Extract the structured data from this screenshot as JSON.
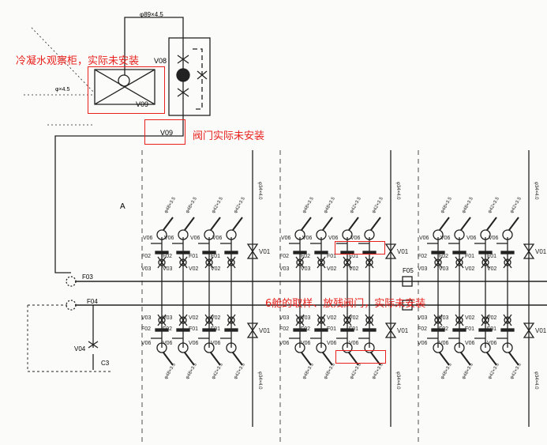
{
  "annotations": {
    "condensate_cabinet": "冷凝水观察柜，实际未安装",
    "valve_not_installed": "阀门实际未安装",
    "cabin6_valves": "6舱的取样、放残阀门，实际未安装"
  },
  "labels": {
    "pipe_top": "φ89×4.5",
    "v08": "V08",
    "v09_a": "V09",
    "v09_b": "V09",
    "a_marker": "A",
    "f05": "F05",
    "f03": "F03",
    "f04": "F04",
    "v04": "V04",
    "c3": "C3",
    "pipe_left": "φ×4.5",
    "riser_top": "φ34×4.0",
    "riser_bottom": "φ34×4.0"
  },
  "groups": [
    {
      "name": "group-1",
      "branches": [
        {
          "upper": [
            "V06",
            "F02",
            "V03"
          ],
          "size": "φ48×3.5",
          "lower": [
            "V03",
            "F02",
            "V06"
          ]
        },
        {
          "upper": [
            "V06",
            "F02",
            "V03"
          ],
          "size": "φ48×3.5",
          "lower": [
            "V03",
            "F02",
            "V06"
          ]
        },
        {
          "upper": [
            "V06",
            "F01",
            "V02"
          ],
          "size": "φ42×3.5",
          "lower": [
            "V02",
            "F01",
            "V06"
          ]
        },
        {
          "upper": [
            "V06",
            "F01",
            "V02"
          ],
          "size": "φ42×3.5",
          "lower": [
            "V02",
            "F01",
            "V06"
          ]
        }
      ],
      "main_valve": "V01"
    },
    {
      "name": "group-2",
      "branches": [
        {
          "upper": [
            "V06",
            "F02",
            "V03"
          ],
          "size": "φ48×3.5",
          "lower": [
            "V03",
            "F02",
            "V06"
          ]
        },
        {
          "upper": [
            "V06",
            "F02",
            "V03"
          ],
          "size": "φ48×3.5",
          "lower": [
            "V03",
            "F02",
            "V06"
          ]
        },
        {
          "upper": [
            "V06",
            "F01",
            "V02"
          ],
          "size": "φ42×3.5",
          "lower": [
            "V02",
            "F01",
            "V06"
          ]
        },
        {
          "upper": [
            "V06",
            "F01",
            "V02"
          ],
          "size": "φ42×3.5",
          "lower": [
            "V02",
            "F01",
            "V06"
          ]
        }
      ],
      "main_valve": "V01"
    },
    {
      "name": "group-3",
      "branches": [
        {
          "upper": [
            "V06",
            "F02",
            "V03"
          ],
          "size": "φ48×3.5",
          "lower": [
            "V03",
            "F02",
            "V06"
          ]
        },
        {
          "upper": [
            "V06",
            "F02",
            "V03"
          ],
          "size": "φ48×3.5",
          "lower": [
            "V03",
            "F02",
            "V06"
          ]
        },
        {
          "upper": [
            "V06",
            "F01",
            "V02"
          ],
          "size": "φ42×3.5",
          "lower": [
            "V02",
            "F01",
            "V06"
          ]
        },
        {
          "upper": [
            "V06",
            "F01",
            "V02"
          ],
          "size": "φ42×3.5",
          "lower": [
            "V02",
            "F01",
            "V06"
          ]
        }
      ],
      "main_valve": "V01"
    }
  ]
}
